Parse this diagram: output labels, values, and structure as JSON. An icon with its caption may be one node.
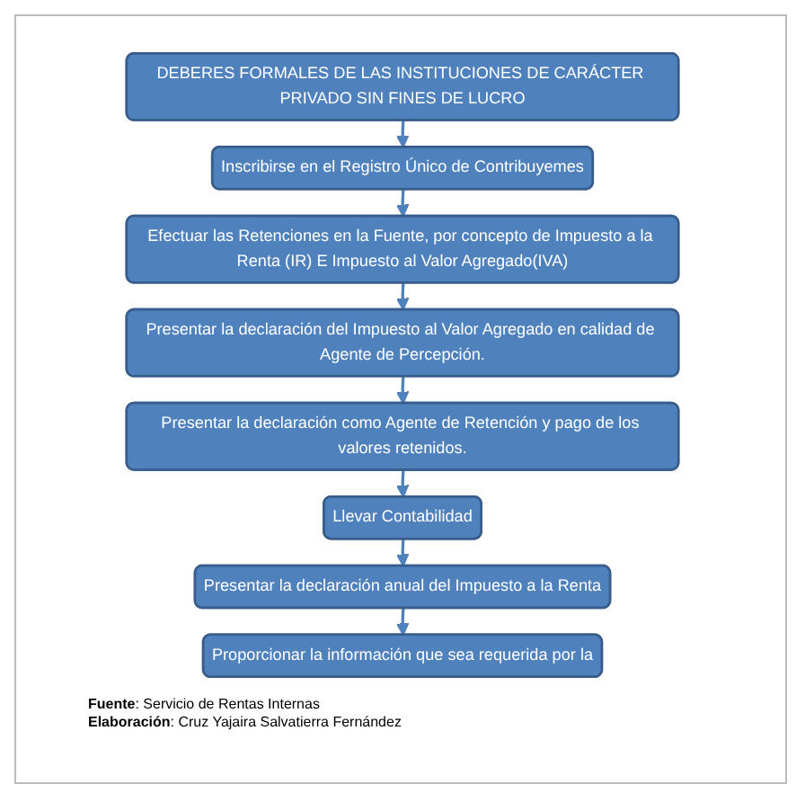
{
  "diagram": {
    "nodes": [
      {
        "text": [
          "DEBERES FORMALES DE LAS INSTITUCIONES DE CARÁCTER PRIVADO SIN FINES DE LUCRO"
        ]
      },
      {
        "text": [
          "Inscribirse en el Registro Único de Contribuyemes"
        ]
      },
      {
        "text": [
          "Efectuar las Retenciones en la Fuente, por concepto de Impuesto a la Renta (IR) E Impuesto al Valor Agregado(IVA)"
        ]
      },
      {
        "text": [
          "Presentar la declaración del Impuesto al Valor Agregado en calidad de Agente de Percepción."
        ]
      },
      {
        "text": [
          "Presentar la declaración como Agente de Retención y pago de los valores retenidos."
        ]
      },
      {
        "text": [
          "Llevar Contabilidad"
        ]
      },
      {
        "text": [
          "Presentar la declaración anual del Impuesto a la Renta"
        ]
      },
      {
        "text": [
          "Proporcionar la información que sea requerida por la"
        ]
      }
    ],
    "edges": [
      {
        "from": 0,
        "to": 1,
        "arrow": "to"
      },
      {
        "from": 1,
        "to": 2,
        "arrow": "to"
      },
      {
        "from": 2,
        "to": 3,
        "arrow": "to"
      },
      {
        "from": 3,
        "to": 4,
        "arrow": "to"
      },
      {
        "from": 4,
        "to": 5,
        "arrow": "to"
      },
      {
        "from": 5,
        "to": 6,
        "arrow": "to"
      },
      {
        "from": 6,
        "to": 7,
        "arrow": "to"
      }
    ],
    "labels": [
      "**Fuente**: Servicio de Rentas Internas",
      "**Elaboración**: Cruz Yajaira Salvatierra Fernández"
    ]
  }
}
